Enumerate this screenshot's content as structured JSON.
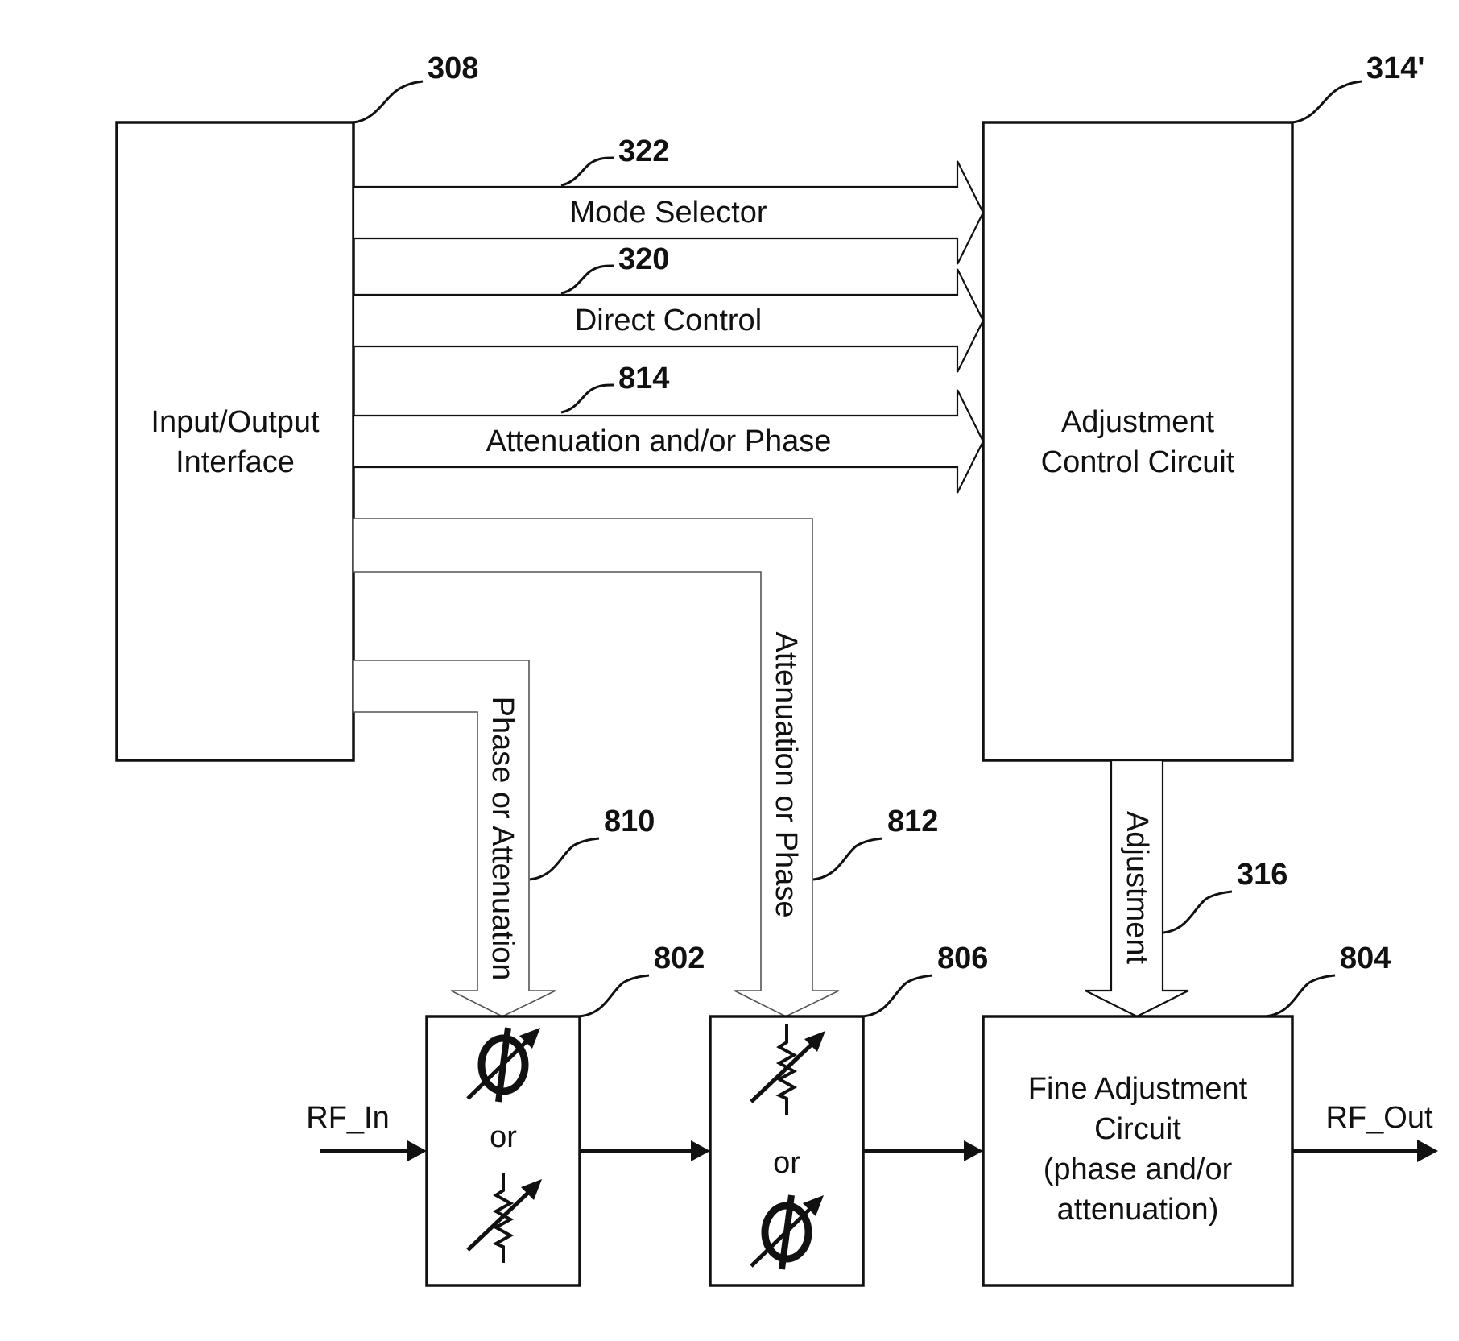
{
  "refs": {
    "io_interface": "308",
    "adjustment_control": "314'",
    "mode_selector": "322",
    "direct_control": "320",
    "atten_phase_bus": "814",
    "phase_or_atten_bus": "810",
    "atten_or_phase_bus": "812",
    "adjustment_bus": "316",
    "element_802": "802",
    "element_806": "806",
    "fine_adjustment": "804"
  },
  "blocks": {
    "io_interface": [
      "Input/Output",
      "Interface"
    ],
    "adjustment_control": [
      "Adjustment",
      "Control Circuit"
    ],
    "fine_adjustment": [
      "Fine Adjustment",
      "Circuit",
      "(phase and/or",
      "attenuation)"
    ]
  },
  "buses": {
    "mode_selector": "Mode Selector",
    "direct_control": "Direct Control",
    "atten_phase": "Attenuation and/or Phase",
    "phase_or_atten": "Phase or Attenuation",
    "atten_or_phase": "Attenuation or Phase",
    "adjustment": "Adjustment"
  },
  "elements": {
    "or_word": "or"
  },
  "signals": {
    "rf_in": "RF_In",
    "rf_out": "RF_Out"
  },
  "icons": [
    "phase-shifter-icon",
    "variable-attenuator-icon"
  ]
}
